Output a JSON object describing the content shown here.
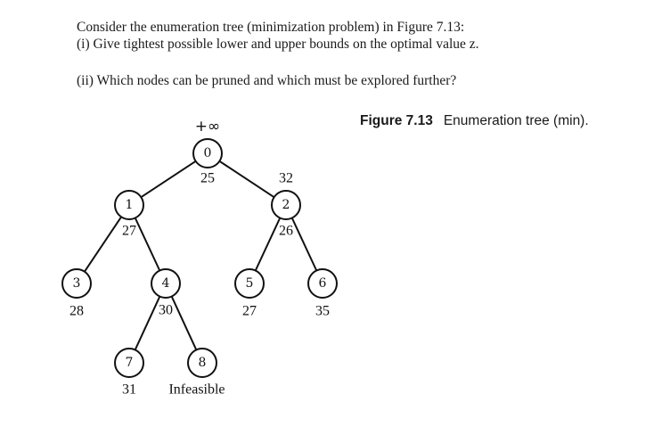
{
  "question": {
    "intro": "Consider the enumeration tree (minimization problem) in Figure 7.13:",
    "part_i": "(i) Give tightest possible lower and upper bounds on the optimal value z.",
    "part_ii": "(ii) Which nodes can be pruned and which must be explored further?"
  },
  "figure": {
    "number": "Figure 7.13",
    "caption": "Enumeration tree (min)."
  },
  "tree": {
    "nodes": [
      {
        "id": "0",
        "above": "+∞",
        "below": "25"
      },
      {
        "id": "1",
        "above": "",
        "below": "27"
      },
      {
        "id": "2",
        "above": "32",
        "below": "26"
      },
      {
        "id": "3",
        "above": "",
        "below": "28"
      },
      {
        "id": "4",
        "above": "",
        "below": "30"
      },
      {
        "id": "5",
        "above": "",
        "below": "27"
      },
      {
        "id": "6",
        "above": "",
        "below": "35"
      },
      {
        "id": "7",
        "above": "",
        "below": "31"
      },
      {
        "id": "8",
        "above": "",
        "below": "Infeasible"
      }
    ],
    "edges": [
      [
        "0",
        "1"
      ],
      [
        "0",
        "2"
      ],
      [
        "1",
        "3"
      ],
      [
        "1",
        "4"
      ],
      [
        "2",
        "5"
      ],
      [
        "2",
        "6"
      ],
      [
        "4",
        "7"
      ],
      [
        "4",
        "8"
      ]
    ]
  }
}
